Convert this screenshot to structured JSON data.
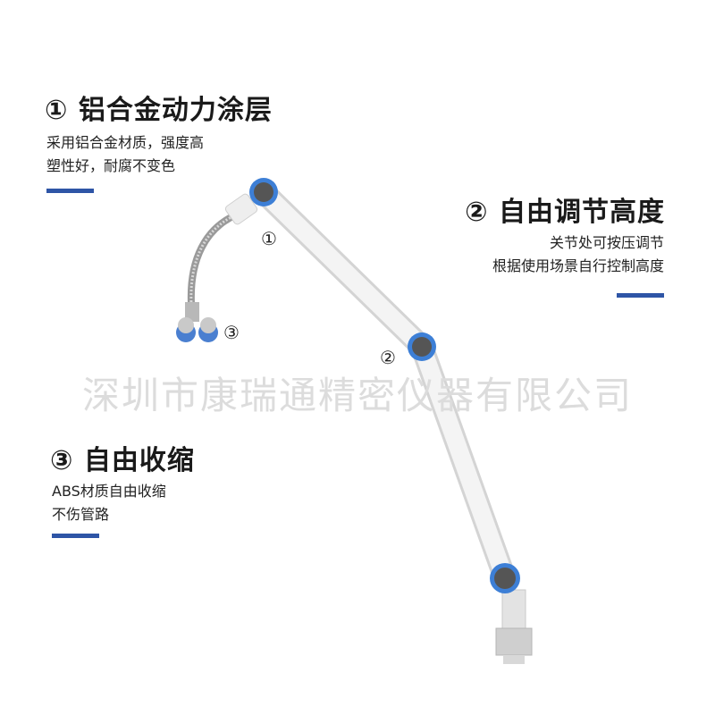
{
  "features": [
    {
      "title": "① 铝合金动力涂层",
      "lines": [
        "采用铝合金材质，强度高",
        "塑性好，耐腐不变色"
      ]
    },
    {
      "title": "② 自由调节高度",
      "lines": [
        "关节处可按压调节",
        "根据使用场景自行控制高度"
      ]
    },
    {
      "title": "③ 自由收缩",
      "lines": [
        "ABS材质自由收缩",
        "不伤管路"
      ]
    }
  ],
  "markers": [
    "①",
    "②",
    "③"
  ],
  "watermark": "深圳市康瑞通精密仪器有限公司",
  "colors": {
    "accent": "#2e55a6",
    "joint_ring": "#3d7fd6"
  }
}
